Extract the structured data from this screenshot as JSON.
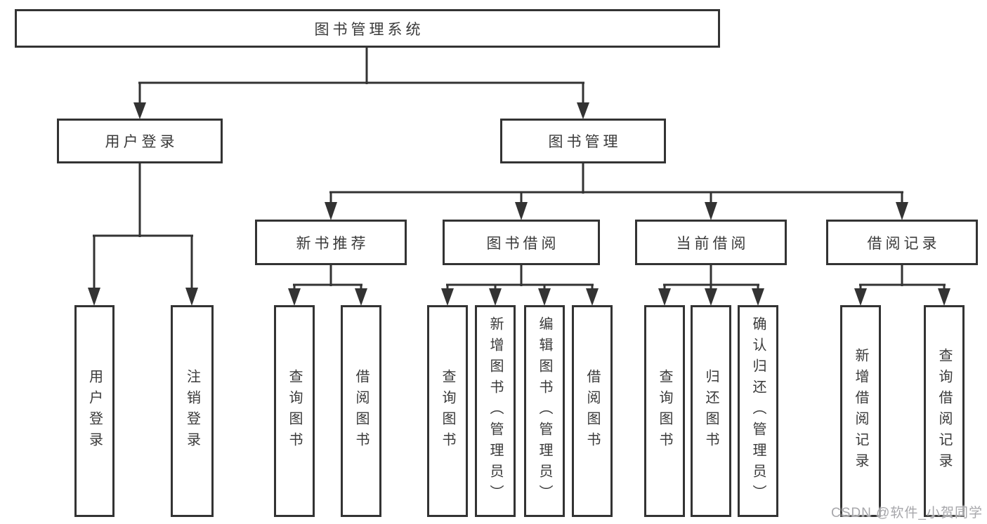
{
  "diagram": {
    "colors": {
      "line": "#333333",
      "text": "#3a3a3a",
      "watermark": "#a7a7ab",
      "background": "#ffffff"
    },
    "watermark": "CSDN @软件_小贺同学",
    "tree": {
      "root": {
        "label": "图书管理系统",
        "children": [
          {
            "label": "用户登录",
            "children": [
              {
                "label": "用户登录"
              },
              {
                "label": "注销登录"
              }
            ]
          },
          {
            "label": "图书管理",
            "children": [
              {
                "label": "新书推荐",
                "children": [
                  {
                    "label": "查询图书"
                  },
                  {
                    "label": "借阅图书"
                  }
                ]
              },
              {
                "label": "图书借阅",
                "children": [
                  {
                    "label": "查询图书"
                  },
                  {
                    "label": "新增图书（管理员）"
                  },
                  {
                    "label": "编辑图书（管理员）"
                  },
                  {
                    "label": "借阅图书"
                  }
                ]
              },
              {
                "label": "当前借阅",
                "children": [
                  {
                    "label": "查询图书"
                  },
                  {
                    "label": "归还图书"
                  },
                  {
                    "label": "确认归还（管理员）"
                  }
                ]
              },
              {
                "label": "借阅记录",
                "children": [
                  {
                    "label": "新增借阅记录"
                  },
                  {
                    "label": "查询借阅记录"
                  }
                ]
              }
            ]
          }
        ]
      }
    }
  }
}
